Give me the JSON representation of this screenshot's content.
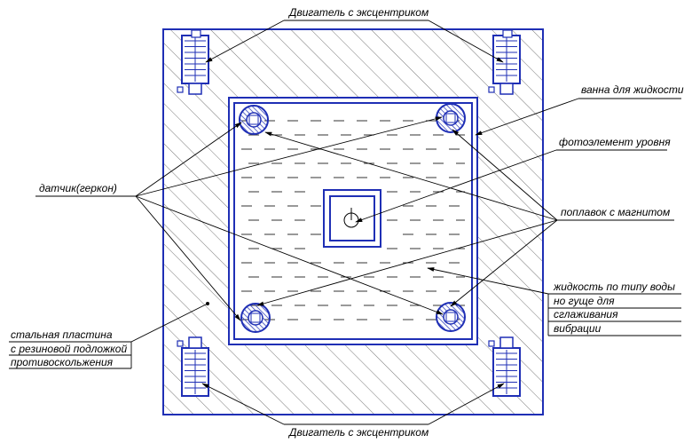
{
  "labels": {
    "motor_top": "Двигатель с эксцентриком",
    "motor_bottom": "Двигатель с эксцентриком",
    "bath": "ванна для жидкости",
    "photo_sensor": "фотоэлемент уровня",
    "reed_sensor": "датчик(геркон)",
    "float_magnet": "поплавок с магнитом",
    "liquid_lines": [
      "жидкость по типу воды",
      "но гуще для",
      "сглаживания",
      "вибрации"
    ],
    "plate_lines": [
      "стальная пластина",
      "с резиновой подложкой",
      "противоскольжения"
    ]
  },
  "colors": {
    "outline": "#1f2fb5",
    "leader": "#000000",
    "hatch": "#6a6a6a"
  }
}
